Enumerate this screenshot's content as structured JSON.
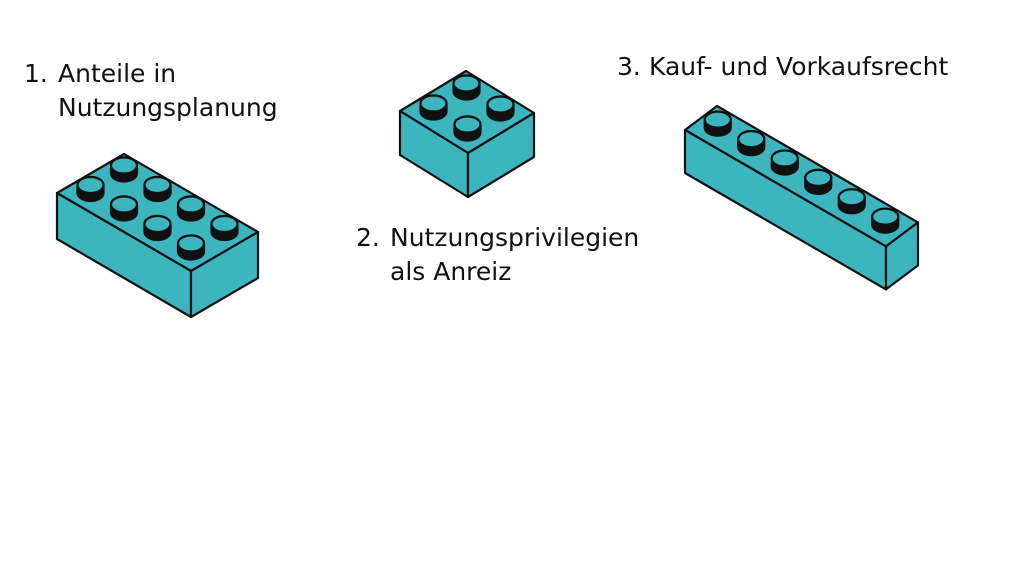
{
  "colors": {
    "brick_fill": "#3db5bf",
    "outline": "#111111",
    "background": "#ffffff"
  },
  "items": [
    {
      "number": "1.",
      "lines": [
        "Anteile in",
        "Nutzungsplanung"
      ],
      "brick": "lego-brick-2x4"
    },
    {
      "number": "2.",
      "lines": [
        "Nutzungsprivilegien",
        "als Anreiz"
      ],
      "brick": "lego-brick-2x2"
    },
    {
      "number": "3.",
      "lines": [
        "Kauf- und Vorkaufsrecht"
      ],
      "brick": "lego-brick-1x6"
    }
  ]
}
